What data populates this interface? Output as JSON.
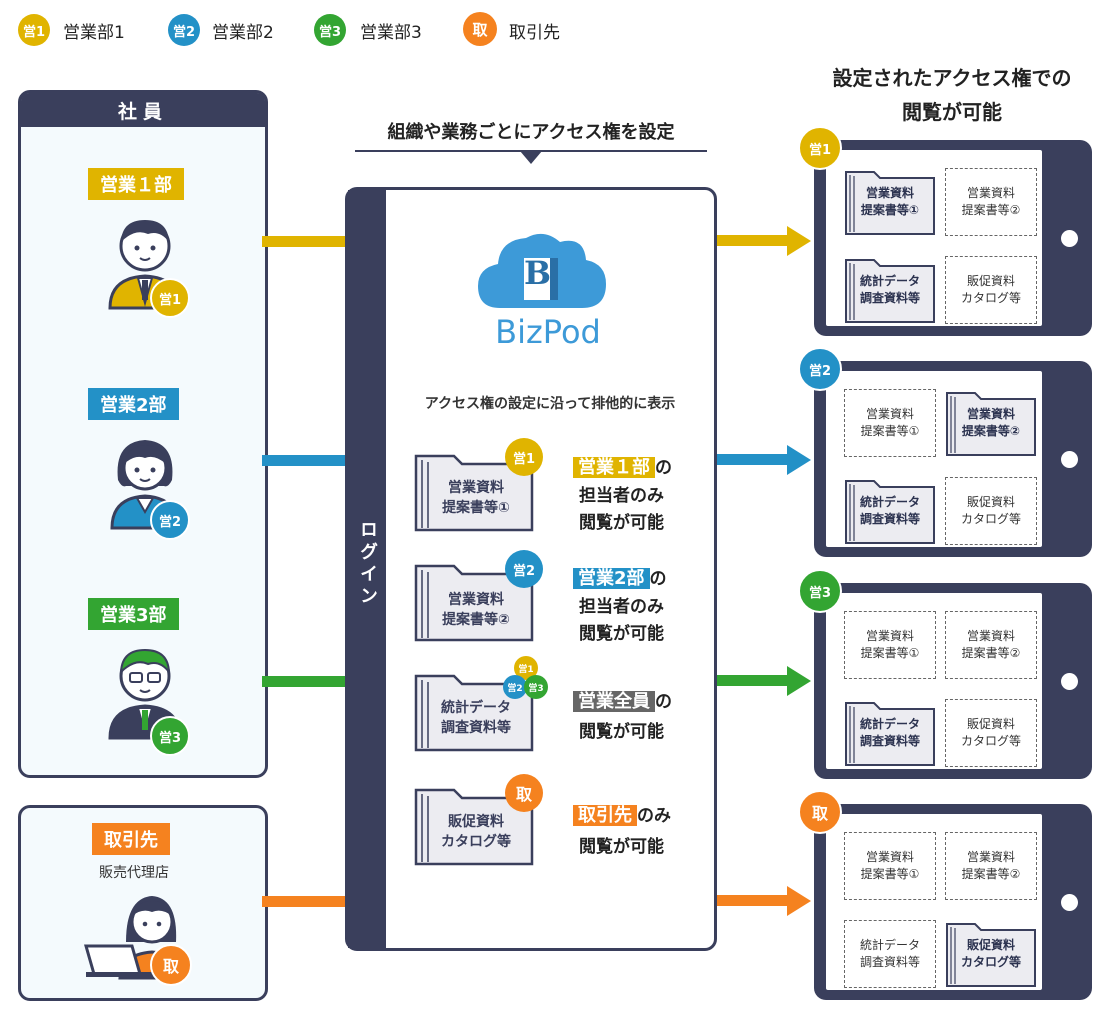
{
  "legend": [
    {
      "badge": "営1",
      "label": "営業部1",
      "color": "#e0b400"
    },
    {
      "badge": "営2",
      "label": "営業部2",
      "color": "#2391c7"
    },
    {
      "badge": "営3",
      "label": "営業部3",
      "color": "#33a532"
    },
    {
      "badge": "取",
      "label": "取引先",
      "color": "#f5821f"
    }
  ],
  "employees": {
    "title": "社員",
    "depts": [
      {
        "label": "営業１部",
        "badge": "営1",
        "color": "#e0b400"
      },
      {
        "label": "営業2部",
        "badge": "営2",
        "color": "#2391c7"
      },
      {
        "label": "営業3部",
        "badge": "営3",
        "color": "#33a532"
      }
    ]
  },
  "partner": {
    "label": "取引先",
    "sub": "販売代理店",
    "badge": "取",
    "color": "#f5821f"
  },
  "center": {
    "heading": "組織や業務ごとにアクセス権を設定",
    "login": "ログイン",
    "brand": "BizPod",
    "logo_letter": "B",
    "subtitle": "アクセス権の設定に沿って排他的に表示",
    "rows": [
      {
        "folder": [
          "営業資料",
          "提案書等①"
        ],
        "badge": "営1",
        "tag": "営業１部",
        "tag_color": "#e0b400",
        "tail": "の",
        "line2": "担当者のみ",
        "line3": "閲覧が可能"
      },
      {
        "folder": [
          "営業資料",
          "提案書等②"
        ],
        "badge": "営2",
        "tag": "営業2部",
        "tag_color": "#2391c7",
        "tail": "の",
        "line2": "担当者のみ",
        "line3": "閲覧が可能"
      },
      {
        "folder": [
          "統計データ",
          "調査資料等"
        ],
        "badges": [
          "営1",
          "営2",
          "営3"
        ],
        "tag": "営業全員",
        "tag_color": "#666666",
        "tail": "の",
        "line2": "閲覧が可能",
        "line3": ""
      },
      {
        "folder": [
          "販促資料",
          "カタログ等"
        ],
        "badge": "取",
        "tag": "取引先",
        "tag_color": "#f5821f",
        "tail": "のみ",
        "line2": "閲覧が可能",
        "line3": ""
      }
    ]
  },
  "right_title": [
    "設定されたアクセス権での",
    "閲覧が可能"
  ],
  "tablets": [
    {
      "badge": "営1",
      "color": "#e0b400",
      "cells": [
        [
          "営業資料",
          "提案書等①",
          "fold"
        ],
        [
          "営業資料",
          "提案書等②",
          "dash"
        ],
        [
          "統計データ",
          "調査資料等",
          "fold"
        ],
        [
          "販促資料",
          "カタログ等",
          "dash"
        ]
      ]
    },
    {
      "badge": "営2",
      "color": "#2391c7",
      "cells": [
        [
          "営業資料",
          "提案書等①",
          "dash"
        ],
        [
          "営業資料",
          "提案書等②",
          "fold"
        ],
        [
          "統計データ",
          "調査資料等",
          "fold"
        ],
        [
          "販促資料",
          "カタログ等",
          "dash"
        ]
      ]
    },
    {
      "badge": "営3",
      "color": "#33a532",
      "cells": [
        [
          "営業資料",
          "提案書等①",
          "dash"
        ],
        [
          "営業資料",
          "提案書等②",
          "dash"
        ],
        [
          "統計データ",
          "調査資料等",
          "fold"
        ],
        [
          "販促資料",
          "カタログ等",
          "dash"
        ]
      ]
    },
    {
      "badge": "取",
      "color": "#f5821f",
      "cells": [
        [
          "営業資料",
          "提案書等①",
          "dash"
        ],
        [
          "営業資料",
          "提案書等②",
          "dash"
        ],
        [
          "統計データ",
          "調査資料等",
          "dash"
        ],
        [
          "販促資料",
          "カタログ等",
          "fold"
        ]
      ]
    }
  ]
}
